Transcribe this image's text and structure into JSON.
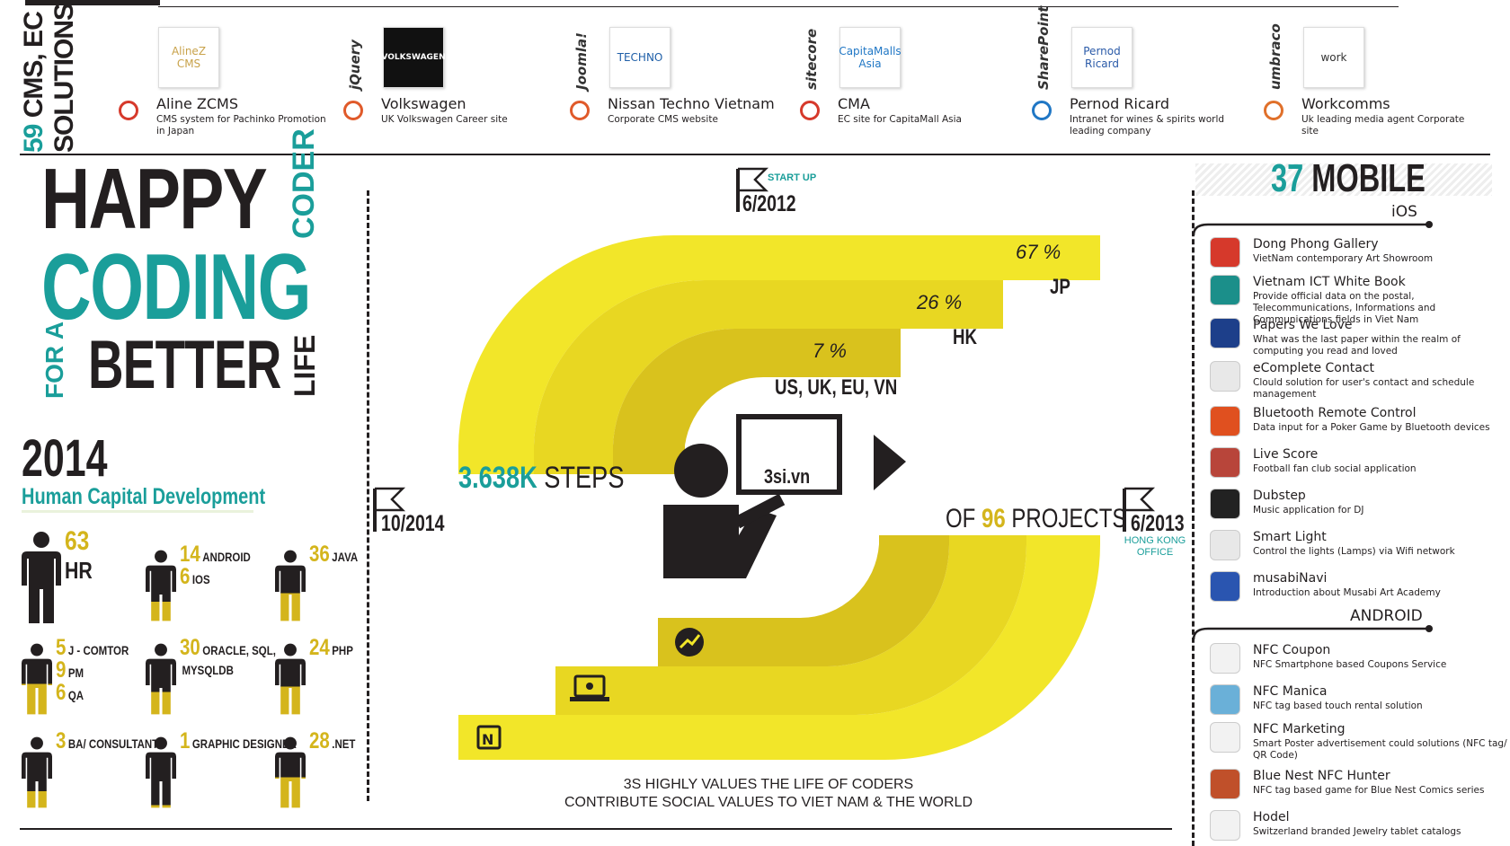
{
  "header": {
    "cms_count": "59",
    "cms_label": "CMS, EC",
    "cms_label2": "SOLUTIONS",
    "clients": [
      {
        "side": "",
        "name": "Aline ZCMS",
        "desc": "CMS system for Pachinko Promotion in Japan",
        "logo": "AlineZ CMS",
        "color": "#c8a24a"
      },
      {
        "side": "jQuery",
        "name": "Volkswagen",
        "desc": "UK Volkswagen Career site",
        "logo": "VOLKSWAGEN",
        "color": "#111111"
      },
      {
        "side": "Joomla!",
        "name": "Nissan Techno Vietnam",
        "desc": "Corporate CMS website",
        "logo": "TECHNO",
        "color": "#1f5fa8"
      },
      {
        "side": "sitecore",
        "name": "CMA",
        "desc": "EC site for CapitaMall Asia",
        "logo": "CapitaMalls Asia",
        "color": "#2077c5"
      },
      {
        "side": "SharePoint",
        "name": "Pernod Ricard",
        "desc": "Intranet for wines & spirits world leading company",
        "logo": "Pernod Ricard",
        "color": "#2a5aa8"
      },
      {
        "side": "umbraco",
        "name": "Workcomms",
        "desc": "Uk leading media agent Corporate site",
        "logo": "work",
        "color": "#333333"
      }
    ]
  },
  "hero": {
    "happy": "HAPPY",
    "coder": "CODER",
    "coding": "CODING",
    "for_a": "FOR A",
    "better": "BETTER",
    "life": "LIFE"
  },
  "hr": {
    "year": "2014",
    "subtitle": "Human Capital Development",
    "stats": [
      {
        "lines": [
          {
            "num": "63",
            "label": "HR"
          }
        ]
      },
      {
        "lines": [
          {
            "num": "14",
            "label": "ANDROID"
          },
          {
            "num": "6",
            "label": "IOS"
          }
        ]
      },
      {
        "lines": [
          {
            "num": "36",
            "label": "JAVA"
          }
        ]
      },
      {
        "lines": [
          {
            "num": "5",
            "label": "J - COMTOR"
          },
          {
            "num": "9",
            "label": "PM"
          },
          {
            "num": "6",
            "label": "QA"
          }
        ]
      },
      {
        "lines": [
          {
            "num": "30",
            "label": "ORACLE, SQL,"
          },
          {
            "num": "",
            "label": "MYSQLDB"
          }
        ]
      },
      {
        "lines": [
          {
            "num": "24",
            "label": "PHP"
          }
        ]
      },
      {
        "lines": [
          {
            "num": "3",
            "label": "BA/ CONSULTANTS"
          }
        ]
      },
      {
        "lines": [
          {
            "num": "1",
            "label": "GRAPHIC DESIGNER"
          }
        ]
      },
      {
        "lines": [
          {
            "num": "28",
            "label": ".NET"
          }
        ]
      }
    ]
  },
  "timeline": {
    "startup_tag": "START UP",
    "startup_date": "6/2012",
    "date_2014": "10/2014",
    "date_2013": "6/2013",
    "hk_line1": "HONG KONG",
    "hk_line2": "OFFICE",
    "markets": [
      {
        "pct": "67 %",
        "label": "JP",
        "value": 67
      },
      {
        "pct": "26 %",
        "label": "HK",
        "value": 26
      },
      {
        "pct": "7 %",
        "label": "US, UK, EU, VN",
        "value": 7
      }
    ],
    "steps_num": "3.638K",
    "steps_label": "STEPS",
    "projects_pre": "OF",
    "projects_num": "96",
    "projects_label": "PROJECTS",
    "board_text": "3si.vn",
    "footer_line1": "3S HIGHLY VALUES THE LIFE OF CODERS",
    "footer_line2": "CONTRIBUTE SOCIAL VALUES TO VIET NAM & THE WORLD"
  },
  "mobile": {
    "count": "37",
    "label": "MOBILE",
    "ios_label": "iOS",
    "android_label": "ANDROID",
    "ios_apps": [
      {
        "name": "Dong Phong Gallery",
        "desc": "VietNam contemporary Art Showroom",
        "color": "#d6392b"
      },
      {
        "name": "Vietnam ICT White Book",
        "desc": "Provide official data on the postal, Telecommunications, Informations and Communications fields in Viet Nam",
        "color": "#1b8f8a"
      },
      {
        "name": "Papers We Love",
        "desc": "What was the last paper within the realm of computing you read and loved",
        "color": "#1d3f8a"
      },
      {
        "name": "eComplete Contact",
        "desc": "Clould solution for user's contact and schedule management",
        "color": "#e8e8e8"
      },
      {
        "name": "Bluetooth Remote Control",
        "desc": "Data input for a Poker Game by Bluetooth devices",
        "color": "#e0501f"
      },
      {
        "name": "Live Score",
        "desc": "Football fan club social application",
        "color": "#b8453a"
      },
      {
        "name": "Dubstep",
        "desc": "Music application for DJ",
        "color": "#222222"
      },
      {
        "name": "Smart Light",
        "desc": "Control the lights (Lamps) via Wifi network",
        "color": "#e8e8e8"
      },
      {
        "name": "musabiNavi",
        "desc": "Introduction about Musabi Art Academy",
        "color": "#2a55b0"
      }
    ],
    "android_apps": [
      {
        "name": "NFC Coupon",
        "desc": "NFC Smartphone based Coupons Service",
        "color": "#f2f2f2"
      },
      {
        "name": "NFC Manica",
        "desc": "NFC tag based touch rental solution",
        "color": "#6ab0d8"
      },
      {
        "name": "NFC Marketing",
        "desc": "Smart Poster advertisement could solutions (NFC tag/ QR Code)",
        "color": "#f2f2f2"
      },
      {
        "name": "Blue Nest NFC Hunter",
        "desc": "NFC tag based game for Blue Nest Comics series",
        "color": "#c0502a"
      },
      {
        "name": "Hodel",
        "desc": "Switzerland branded Jewelry tablet catalogs",
        "color": "#f2f2f2"
      }
    ]
  },
  "colors": {
    "teal": "#1a9e9a",
    "gold": "#d4b51c",
    "yellow": "#f2e629",
    "dark": "#231f20"
  }
}
